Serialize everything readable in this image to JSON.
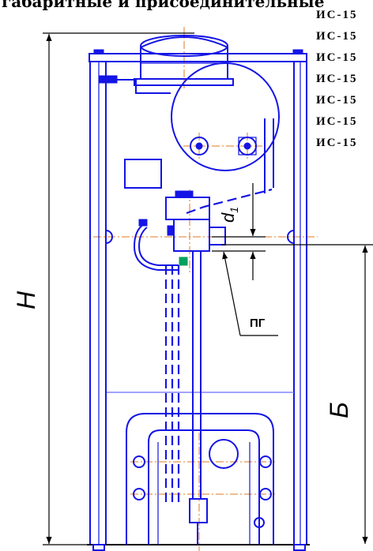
{
  "title_fragment": "габаритные и присоединительные",
  "models": [
    "ИС-15",
    "ИС-15",
    "ИС-15",
    "ИС-15",
    "ИС-15",
    "ИС-15",
    "ИС-15"
  ],
  "dimensions": {
    "height_label": "H",
    "gas_height_label": "Б",
    "diameter_label": "d",
    "diameter_subscript": "1",
    "gas_connection_label": "ПГ"
  },
  "colors": {
    "drawing": "#1414e6",
    "dimension": "#000000",
    "centerline": "#e07a20",
    "accent": "#00a060"
  }
}
